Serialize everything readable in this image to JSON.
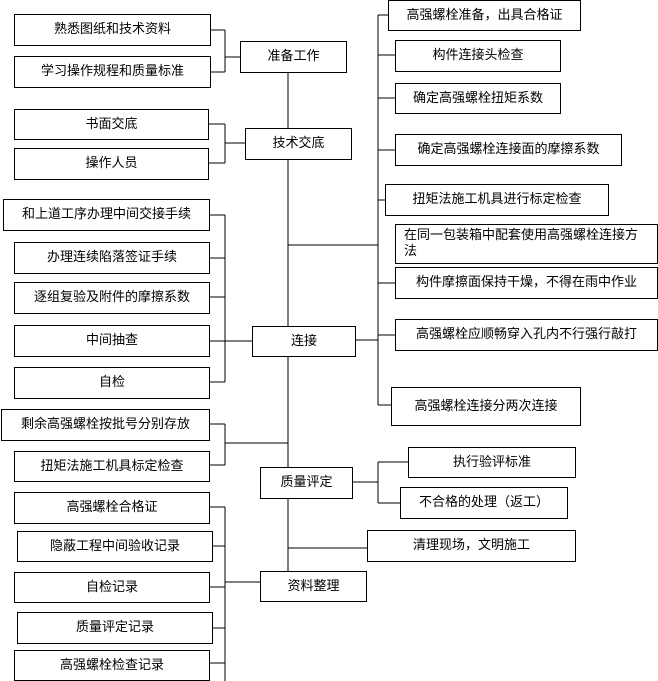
{
  "diagram": {
    "stages": {
      "prepare": "准备工作",
      "tech_brief": "技术交底",
      "connect": "连接",
      "quality": "质量评定",
      "docs": "资料整理"
    },
    "prepare_items": [
      "熟悉图纸和技术资料",
      "学习操作规程和质量标准"
    ],
    "tech_brief_items": [
      "书面交底",
      "操作人员"
    ],
    "connect_left_items": [
      "和上道工序办理中间交接手续",
      "办理连续陷落签证手续",
      "逐组复验及附件的摩擦系数",
      "中间抽查",
      "自检",
      "剩余高强螺栓按批号分别存放",
      "扭矩法施工机具标定检查"
    ],
    "docs_items": [
      "高强螺栓合格证",
      "隐蔽工程中间验收记录",
      "自检记录",
      "质量评定记录",
      "高强螺栓检查记录"
    ],
    "right_prepare_items": [
      "高强螺栓准备，出具合格证",
      "构件连接头检查",
      "确定高强螺栓扭矩系数",
      "确定高强螺栓连接面的摩擦系数",
      "扭矩法施工机具进行标定检查"
    ],
    "right_connect_items": [
      "在同一包装箱中配套使用高强螺栓连接方法",
      "构件摩擦面保持干燥，不得在雨中作业",
      "高强螺栓应顺畅穿入孔内不行强行敲打",
      "高强螺栓连接分两次连接"
    ],
    "quality_items": [
      "执行验评标准",
      "不合格的处理（返工）"
    ],
    "final_item": "清理现场，文明施工"
  }
}
